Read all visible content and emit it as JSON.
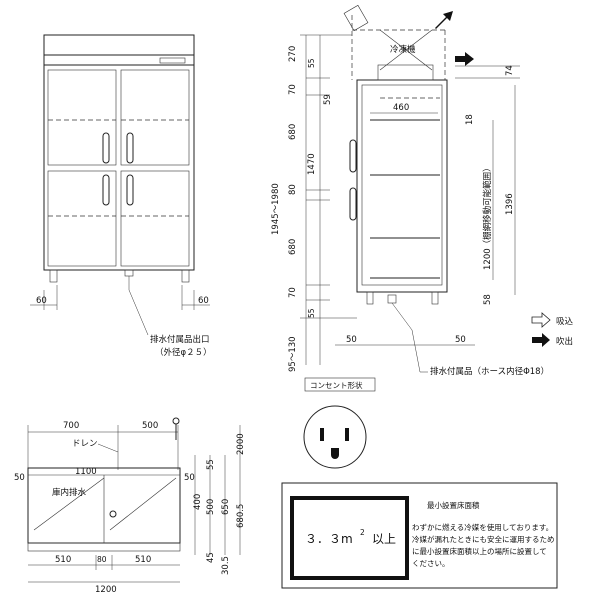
{
  "front_view": {
    "dim_left": "60",
    "dim_right": "60",
    "drain_label": "排水付属品出口",
    "drain_sub": "（外径φ２５）"
  },
  "side_view": {
    "dims_left": [
      "270",
      "70",
      "55",
      "680",
      "1470",
      "80",
      "680",
      "70",
      "55"
    ],
    "dim_total": "1945～1980",
    "dim_bottom": "95～130",
    "dim_59": "59",
    "dim_460": "460",
    "dim_18": "18",
    "dim_74": "74",
    "dim_1396": "1396",
    "dim_1200": "1200（棚網移動可能範囲）",
    "dim_58": "58",
    "dim_50_left": "50",
    "dim_50_right": "50",
    "machine_room": "冷凍機",
    "hose_label": "排水付属品（ホース内径Φ18）"
  },
  "legend": {
    "intake": "吸込",
    "exhaust": "吹出"
  },
  "plan_view": {
    "dim_700": "700",
    "dim_500": "500",
    "drain": "ドレン",
    "dim_1100": "1100",
    "dim_50_a": "50",
    "dim_50_b": "50",
    "inner_drain": "庫内排水",
    "dim_400": "400",
    "dim_500_v": "500",
    "dim_650": "650",
    "dim_680": "680.5",
    "dim_55": "55",
    "dim_2000": "2000",
    "dim_45": "45",
    "dim_30": "30.5",
    "dim_510_a": "510",
    "dim_80": "80",
    "dim_510_b": "510",
    "dim_1200": "1200"
  },
  "outlet": {
    "title": "コンセント形状"
  },
  "floor_area": {
    "title": "最小設置床面積",
    "value": "３．３m",
    "sup": "2",
    "suffix": "以上",
    "note_lines": [
      "わずかに燃える冷媒を使用しております。",
      "冷媒が漏れたときにも安全に運用するため",
      "に最小設置床面積以上の場所に設置して",
      "ください。"
    ]
  }
}
